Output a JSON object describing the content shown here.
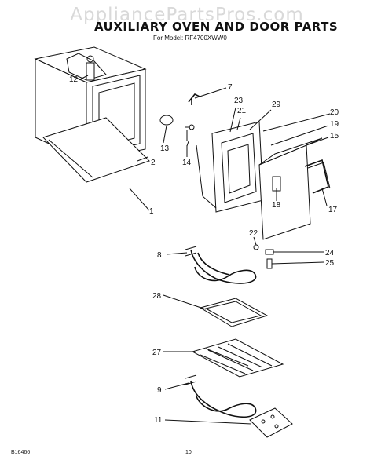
{
  "watermark": "AppliancePartsPros.com",
  "title": "AUXILIARY OVEN AND DOOR PARTS",
  "model": "For Model: RF4700XWW0",
  "footer": {
    "code": "B16466",
    "page": "10"
  },
  "callouts": [
    "1",
    "2",
    "7",
    "8",
    "9",
    "11",
    "12",
    "13",
    "14",
    "15",
    "17",
    "18",
    "19",
    "20",
    "21",
    "22",
    "23",
    "24",
    "25",
    "27",
    "28",
    "29"
  ]
}
